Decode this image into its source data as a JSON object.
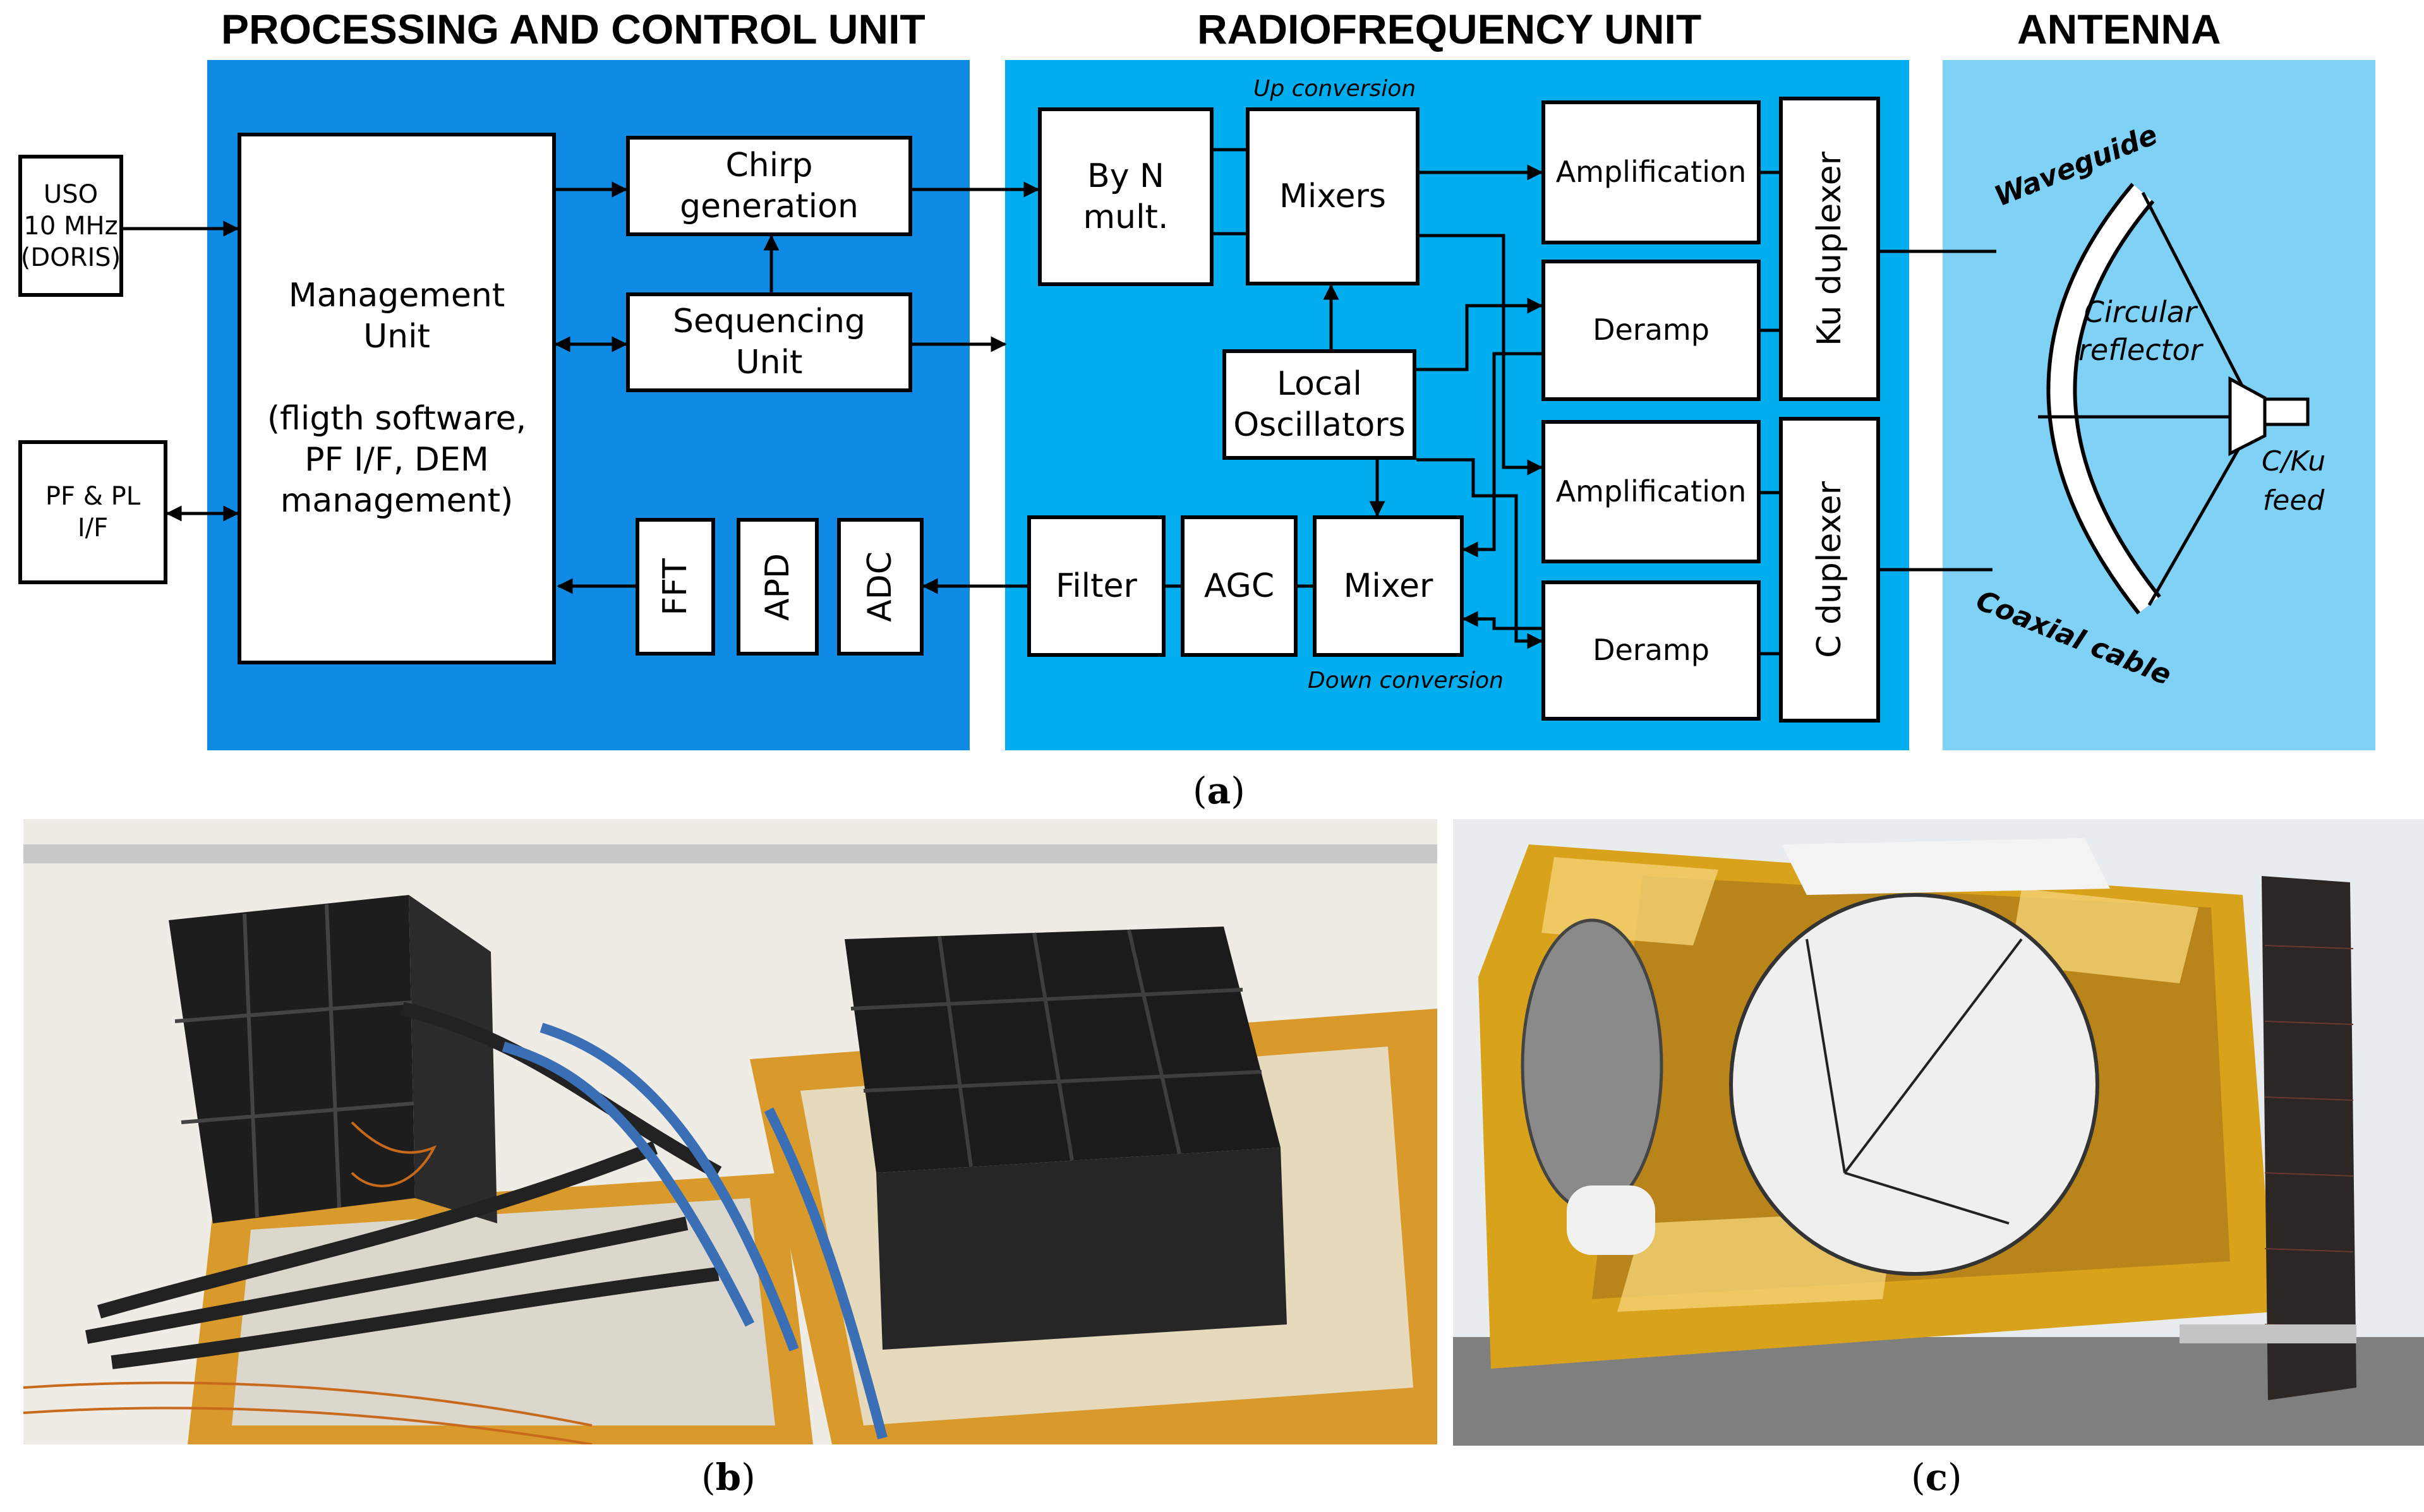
{
  "figure": {
    "sections": {
      "processing": "PROCESSING AND CONTROL UNIT",
      "rf": "RADIOFREQUENCY UNIT",
      "antenna": "ANTENNA"
    },
    "colors": {
      "processing_bg": "#0f8be6",
      "rf_bg": "#00aeef",
      "antenna_bg": "#7fd2f5",
      "gold_foil": "#d9a21b",
      "black_box": "#1b1b1b",
      "cleanroom_floor": "#c9a64a",
      "cleanroom_wall": "#e8ecef"
    },
    "blocks": {
      "uso": "USO\n10 MHz\n(DORIS)",
      "pf_pl": "PF & PL\nI/F",
      "management": "Management\nUnit\n\n(fligth software,\nPF I/F, DEM\nmanagement)",
      "chirp": "Chirp\ngeneration",
      "sequencing": "Sequencing\nUnit",
      "fft": "FFT",
      "apd": "APD",
      "adc": "ADC",
      "by_n": "By N\nmult.",
      "mixers": "Mixers",
      "local_osc": "Local\nOscillators",
      "filter": "Filter",
      "agc": "AGC",
      "mixer": "Mixer",
      "amp1": "Amplification",
      "deramp1": "Deramp",
      "amp2": "Amplification",
      "deramp2": "Deramp",
      "ku_duplexer": "Ku duplexer",
      "c_duplexer": "C duplexer"
    },
    "labels": {
      "up_conversion": "Up conversion",
      "down_conversion": "Down conversion",
      "waveguide": "Waveguide",
      "circular_reflector": "Circular\nreflector",
      "feed": "C/Ku\nfeed",
      "coaxial": "Coaxial cable"
    },
    "captions": {
      "a": "a",
      "b": "b",
      "c": "c"
    }
  }
}
